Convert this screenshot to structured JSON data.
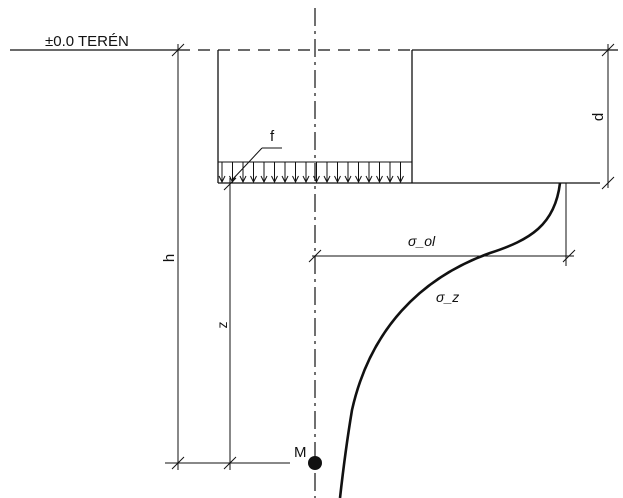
{
  "labels": {
    "terrain": "±0.0 TERÉN",
    "load": "f",
    "depth_d": "d",
    "depth_h": "h",
    "depth_z": "z",
    "sigma_ol": "σ_ol",
    "sigma_z": "σ_z",
    "point": "M"
  },
  "colors": {
    "line": "#111111",
    "background": "#ffffff"
  }
}
